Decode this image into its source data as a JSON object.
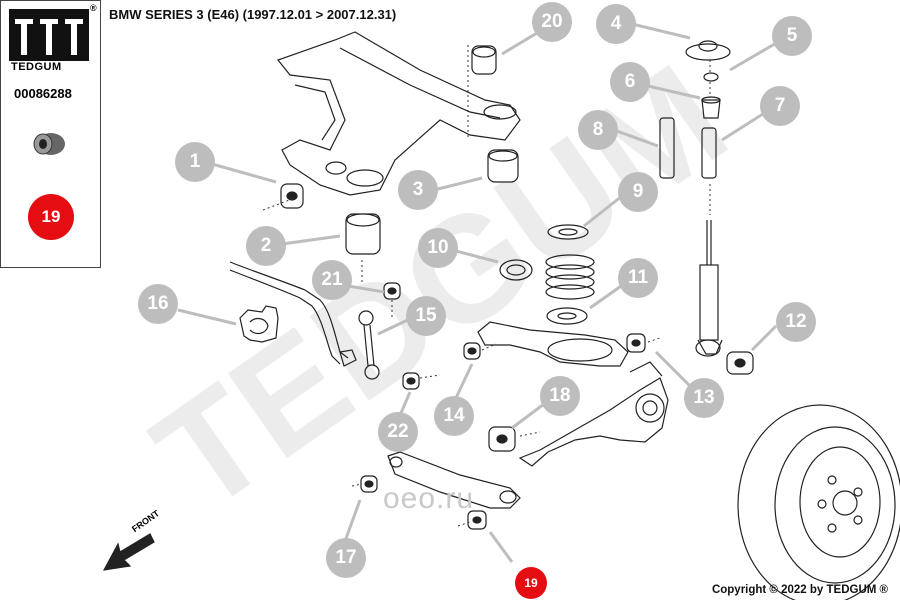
{
  "sidebar": {
    "brand": "TEDGUM",
    "registered_mark": "®",
    "part_number": "00086288",
    "highlight_number": "19"
  },
  "header": {
    "title": "BMW SERIES 3 (E46)  (1997.12.01 > 2007.12.31)"
  },
  "watermark": {
    "text": "TEDGUM"
  },
  "site_mark": {
    "text": "oeo.ru"
  },
  "front_label": "FRONT",
  "highlight_callout": "19",
  "footer": {
    "copyright": "Copyright © 2022 by TEDGUM ®"
  },
  "callouts": [
    "1",
    "2",
    "3",
    "4",
    "5",
    "6",
    "7",
    "8",
    "9",
    "10",
    "11",
    "12",
    "13",
    "14",
    "15",
    "16",
    "17",
    "18",
    "20",
    "21",
    "22"
  ],
  "colors": {
    "callout_bg": "#bdbdbd",
    "highlight": "#e50c12",
    "line": "#222222",
    "watermark": "#ececec"
  }
}
